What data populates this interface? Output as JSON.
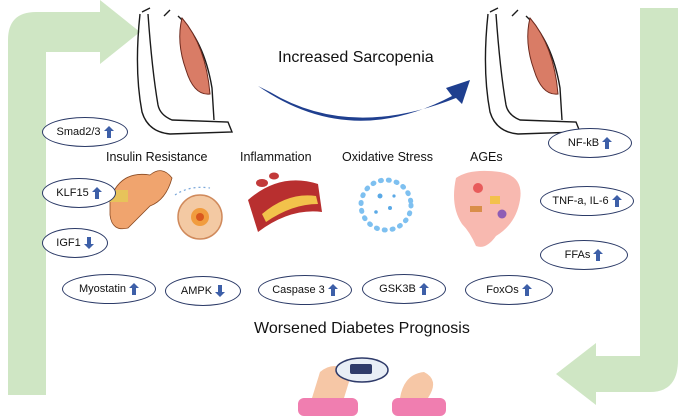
{
  "title_top": "Increased Sarcopenia",
  "title_bottom": "Worsened Diabetes Prognosis",
  "categories": [
    "Insulin Resistance",
    "Inflammation",
    "Oxidative Stress",
    "AGEs"
  ],
  "markers": [
    {
      "label": "Smad2/3",
      "direction": "up"
    },
    {
      "label": "KLF15",
      "direction": "up"
    },
    {
      "label": "IGF1",
      "direction": "down"
    },
    {
      "label": "Myostatin",
      "direction": "up"
    },
    {
      "label": "AMPK",
      "direction": "down"
    },
    {
      "label": "Caspase 3",
      "direction": "up"
    },
    {
      "label": "GSK3B",
      "direction": "up"
    },
    {
      "label": "FoxOs",
      "direction": "up"
    },
    {
      "label": "NF-kB",
      "direction": "up"
    },
    {
      "label": "TNF-a, IL-6",
      "direction": "up"
    },
    {
      "label": "FFAs",
      "direction": "up"
    }
  ],
  "colors": {
    "cycle_arrow": "#cfe6c4",
    "curve_arrow": "#1f3f8f",
    "marker_border": "#2b3a67",
    "arrow_icon": "#3d5fa8",
    "muscle": "#d97c66"
  }
}
